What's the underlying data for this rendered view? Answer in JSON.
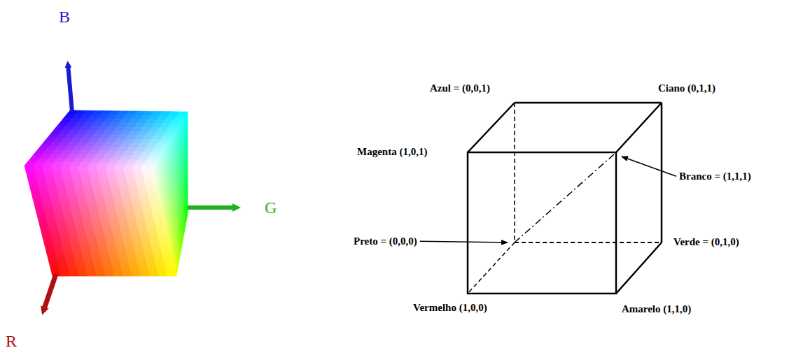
{
  "diagram": {
    "labels": [
      "B",
      "G",
      "R",
      "Azul = (0,0,1)",
      "Ciano (0,1,1)",
      "Magenta (1,0,1)",
      "Branco = (1,1,1)",
      "Preto = (0,0,0)",
      "Verde = (0,1,0)",
      "Vermelho (1,0,0)",
      "Amarelo (1,1,0)"
    ]
  }
}
